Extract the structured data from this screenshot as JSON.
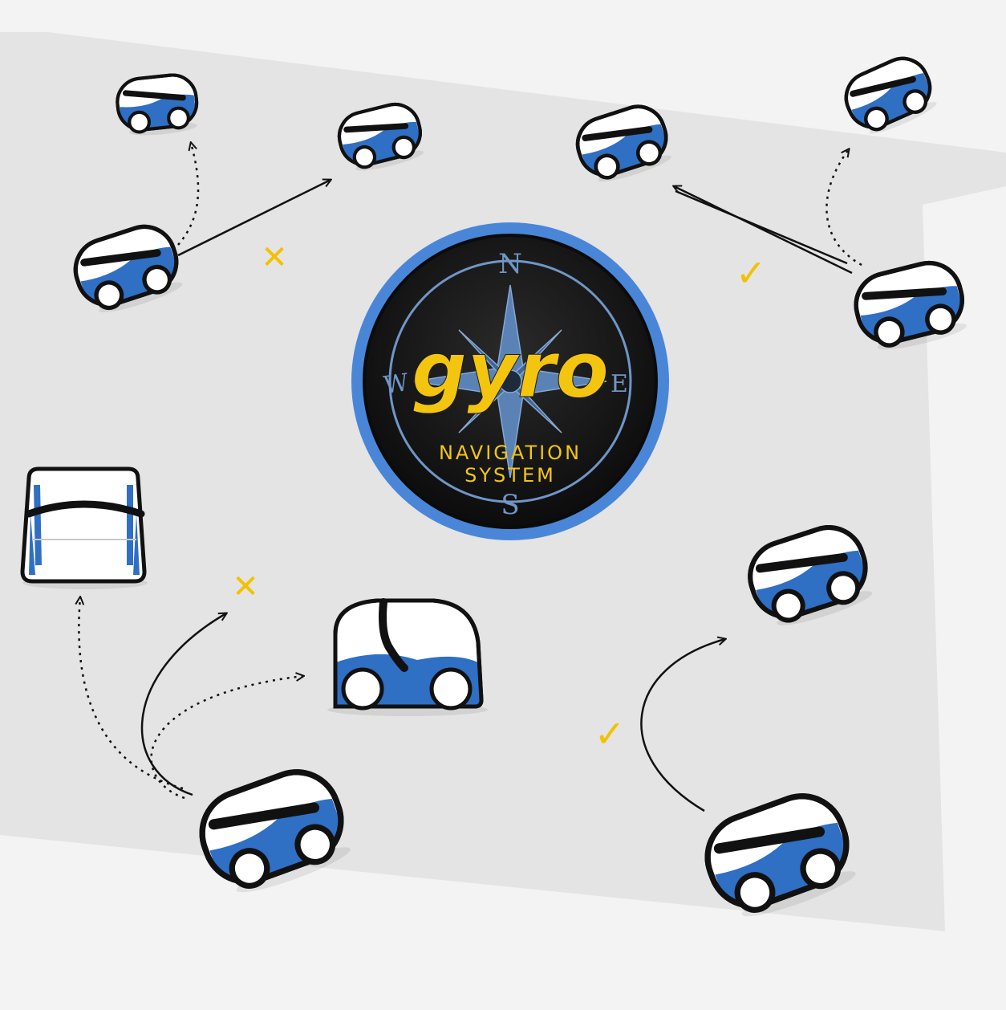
{
  "logo": {
    "brand": "gyro",
    "subtitle_line1": "NAVIGATION",
    "subtitle_line2": "SYSTEM",
    "compass": {
      "north": "N",
      "south": "S",
      "east": "E",
      "west": "W"
    }
  },
  "marks": {
    "cross": "✕",
    "check": "✓"
  },
  "colors": {
    "background": "#f3f3f3",
    "band": "#e4e4e4",
    "robot_body": "#ffffff",
    "robot_accent": "#2f6fc4",
    "outline": "#111111",
    "mark_yellow": "#f2c100",
    "logo_ring": "#4a86d8",
    "logo_face": "#151515",
    "logo_gold": "#f4c50f",
    "compass_blue": "#6f96c7"
  },
  "scenarios": [
    {
      "id": "top-left",
      "result": "cross",
      "paths": [
        "solid",
        "dotted"
      ]
    },
    {
      "id": "top-right",
      "result": "check",
      "paths": [
        "solid",
        "dotted"
      ]
    },
    {
      "id": "bottom-left",
      "result": "cross",
      "paths": [
        "solid",
        "dotted",
        "dotted"
      ]
    },
    {
      "id": "bottom-right",
      "result": "check",
      "paths": [
        "solid"
      ]
    }
  ]
}
